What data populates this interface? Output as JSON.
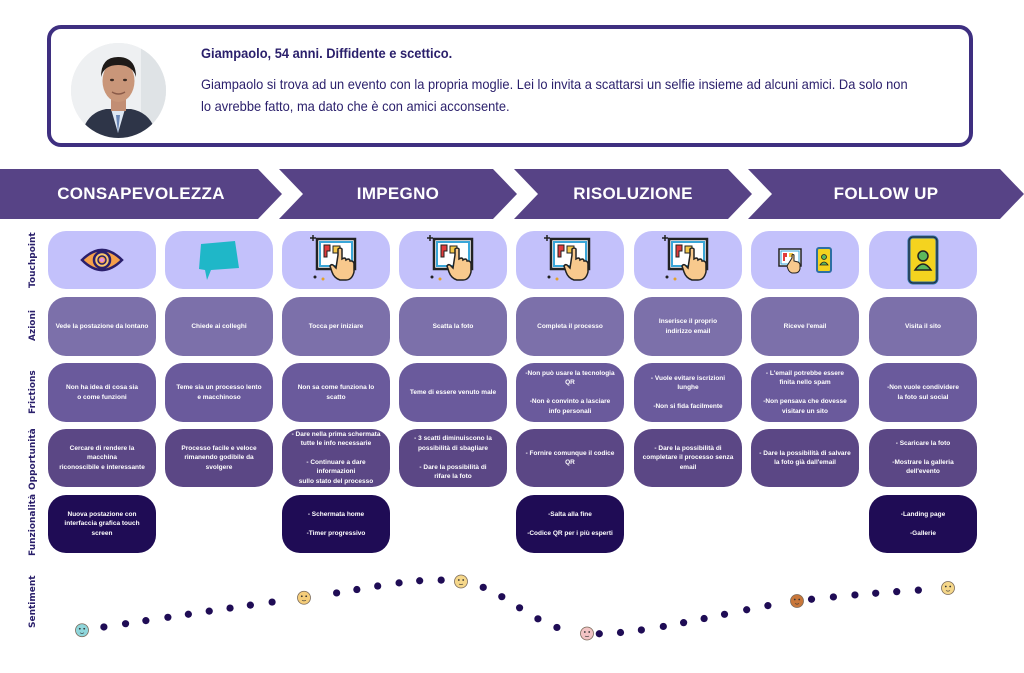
{
  "persona": {
    "title": "Giampaolo, 54 anni. Diffidente e scettico.",
    "description": "Giampaolo si trova ad un evento con la propria moglie. Lei lo invita a scattarsi un selfie insieme ad alcuni amici. Da solo non lo avrebbe fatto, ma dato che è con amici acconsente.",
    "avatar": "portrait-photo"
  },
  "colors": {
    "phase": "#574386",
    "touchpoint": "#c3c1fb",
    "azioni": "#7c70aa",
    "frictions": "#6a5a9c",
    "opportunita": "#5b4785",
    "funzionalita": "#1f0c55",
    "label": "#2a1f6b",
    "dot": "#1f0c55"
  },
  "phases": [
    {
      "label": "CONSAPEVOLEZZA"
    },
    {
      "label": "IMPEGNO"
    },
    {
      "label": "RISOLUZIONE"
    },
    {
      "label": "FOLLOW UP"
    }
  ],
  "row_labels": {
    "touchpoint": "Touchpoint",
    "azioni": "Azioni",
    "frictions": "Frictions",
    "opportunita": "Opportunità",
    "funzionalita": "Funzionalità",
    "sentiment": "Sentiment"
  },
  "touchpoints": [
    {
      "icon": "eye-icon"
    },
    {
      "icon": "speech-bubble-icon"
    },
    {
      "icon": "touchscreen-tap-icon"
    },
    {
      "icon": "touchscreen-tap-icon"
    },
    {
      "icon": "touchscreen-tap-icon"
    },
    {
      "icon": "touchscreen-tap-icon"
    },
    {
      "icon": "touchscreen-and-phone-icon"
    },
    {
      "icon": "phone-profile-icon"
    }
  ],
  "azioni": [
    "Vede la postazione da lontano",
    "Chiede ai colleghi",
    "Tocca per iniziare",
    "Scatta la foto",
    "Completa il processo",
    "Inserisce il proprio\nindirizzo email",
    "Riceve l'email",
    "Visita il sito"
  ],
  "frictions": [
    "Non ha idea di cosa sia\no come funzioni",
    "Teme sia un processo lento\ne macchinoso",
    "Non sa come funziona lo scatto",
    "Teme di essere venuto male",
    "-Non può usare la tecnologia QR\n\n-Non è convinto a lasciare\ninfo personali",
    "- Vuole evitare iscrizioni lunghe\n\n-Non si fida facilmente",
    "- L'email potrebbe essere\nfinita nello spam\n\n-Non pensava che dovesse\nvisitare un sito",
    "-Non vuole condividere\nla foto sul social"
  ],
  "opportunita": [
    "Cercare di rendere la macchina\nriconoscibile e interessante",
    "Processo facile e veloce\nrimanendo godibile da svolgere",
    "- Dare nella prima schermata\ntutte le info necessarie\n\n- Continuare a dare informazioni\nsullo stato del processo",
    "- 3 scatti diminuiscono la\npossibilità di sbagliare\n\n- Dare la possibilità di\nrifare la foto",
    "- Fornire comunque il codice QR",
    "- Dare la possibilità di\ncompletare il processo senza email",
    "- Dare la possibilità di salvare\nla foto già dall'email",
    "- Scaricare la foto\n\n-Mostrare la galleria dell'evento"
  ],
  "funzionalita": [
    "Nuova postazione con\ninterfaccia grafica touch screen",
    "",
    "- Schermata home\n\n-Timer progressivo",
    "",
    "-Salta alla fine\n\n-Codice QR per i più esperti",
    "",
    "",
    "-Landing page\n\n-Gallerie"
  ],
  "chart_data": {
    "type": "line",
    "title": "Sentiment",
    "description": "Emotional curve across the journey; emoji faces mark key moments (scale 0 = lowest, 10 = highest)",
    "points": [
      {
        "step": "Vede la postazione da lontano",
        "value": 1.5,
        "emoji": "neutral-glasses-face",
        "color": "#8fd6db"
      },
      {
        "step": "Tocca per iniziare",
        "value": 6.5,
        "emoji": "surprised-face",
        "color": "#f5cd7a"
      },
      {
        "step": "Scatta la foto",
        "value": 9.0,
        "emoji": "winking-face",
        "color": "#f5d78a"
      },
      {
        "step": "Completa il processo",
        "value": 1.0,
        "emoji": "neutral-face",
        "color": "#f2c4c4"
      },
      {
        "step": "Riceve l'email",
        "value": 6.0,
        "emoji": "content-face",
        "color": "#c9773a"
      },
      {
        "step": "Visita il sito",
        "value": 8.0,
        "emoji": "winking-face",
        "color": "#f5d78a"
      }
    ],
    "ylim": [
      0,
      10
    ]
  }
}
